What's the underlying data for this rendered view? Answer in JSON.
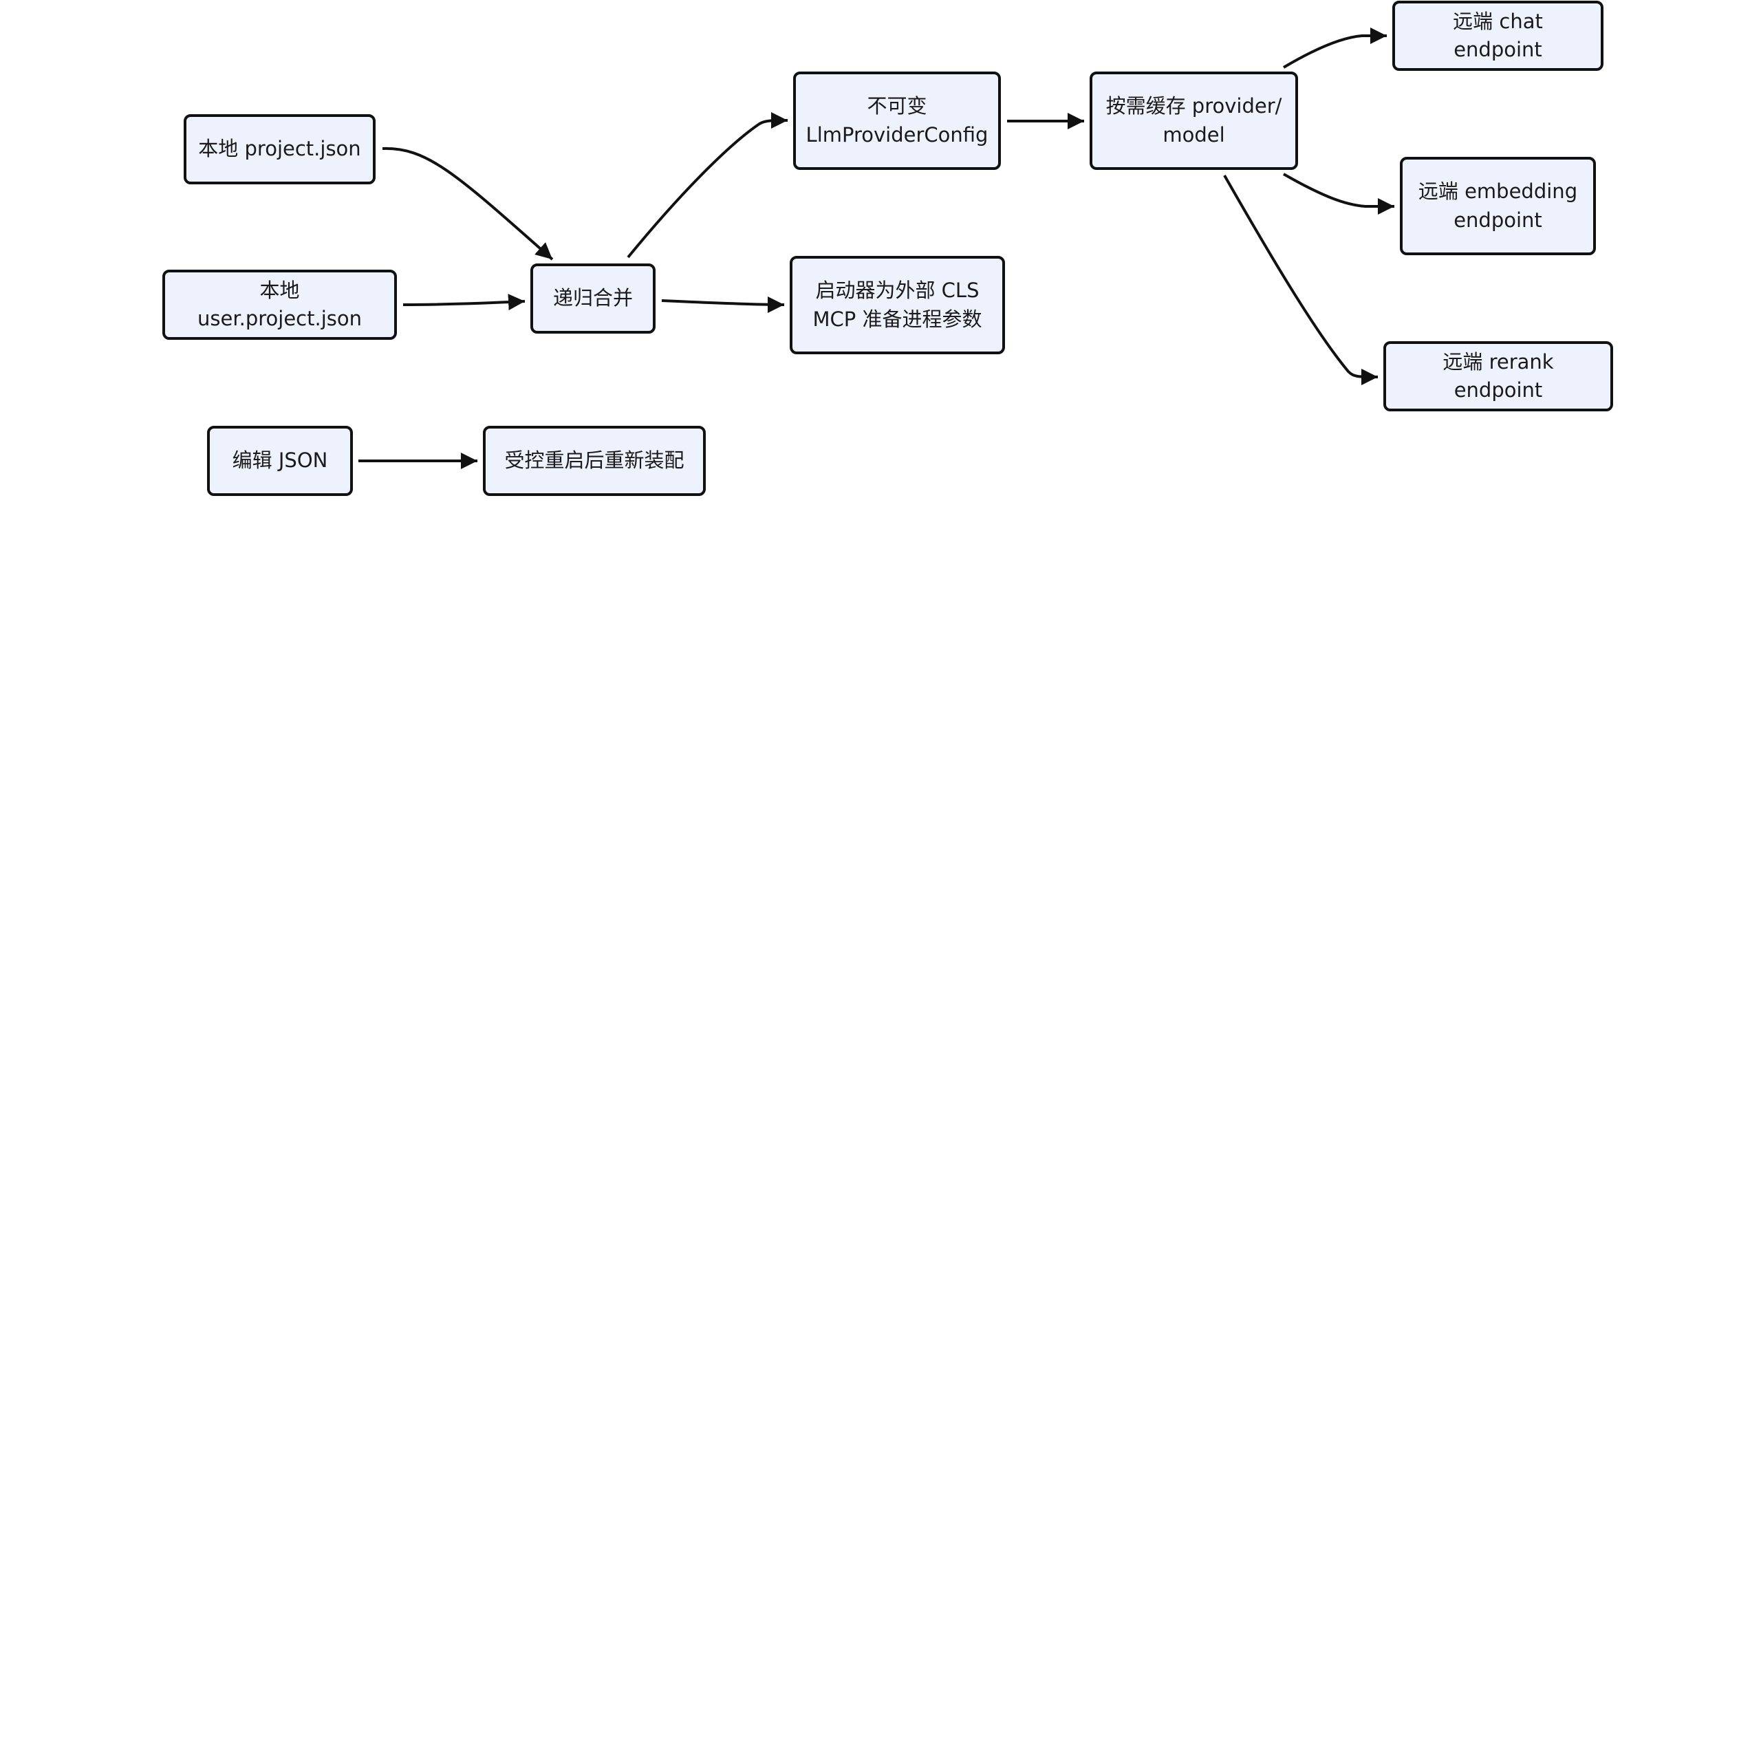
{
  "diagram": {
    "colors": {
      "node_fill": "#eef2fc",
      "node_border": "#111111",
      "edge": "#111111",
      "text": "#1a1a1a"
    },
    "nodes": {
      "local_project": {
        "lines": [
          "本地 project.json"
        ]
      },
      "local_user_project": {
        "lines": [
          "本地 user.project.json"
        ]
      },
      "recursive_merge": {
        "lines": [
          "递归合并"
        ]
      },
      "immutable_config": {
        "lines": [
          "不可变",
          "LlmProviderConfig"
        ]
      },
      "launcher_params": {
        "lines": [
          "启动器为外部 CLS",
          "MCP 准备进程参数"
        ]
      },
      "cache_provider": {
        "lines": [
          "按需缓存 provider/",
          "model"
        ]
      },
      "remote_chat": {
        "lines": [
          "远端 chat endpoint"
        ]
      },
      "remote_embedding": {
        "lines": [
          "远端 embedding",
          "endpoint"
        ]
      },
      "remote_rerank": {
        "lines": [
          "远端 rerank endpoint"
        ]
      },
      "edit_json": {
        "lines": [
          "编辑 JSON"
        ]
      },
      "reassemble": {
        "lines": [
          "受控重启后重新装配"
        ]
      }
    },
    "edges": [
      {
        "from": "local_project",
        "to": "recursive_merge"
      },
      {
        "from": "local_user_project",
        "to": "recursive_merge"
      },
      {
        "from": "recursive_merge",
        "to": "immutable_config"
      },
      {
        "from": "recursive_merge",
        "to": "launcher_params"
      },
      {
        "from": "immutable_config",
        "to": "cache_provider"
      },
      {
        "from": "cache_provider",
        "to": "remote_chat"
      },
      {
        "from": "cache_provider",
        "to": "remote_embedding"
      },
      {
        "from": "cache_provider",
        "to": "remote_rerank"
      },
      {
        "from": "edit_json",
        "to": "reassemble"
      }
    ]
  }
}
